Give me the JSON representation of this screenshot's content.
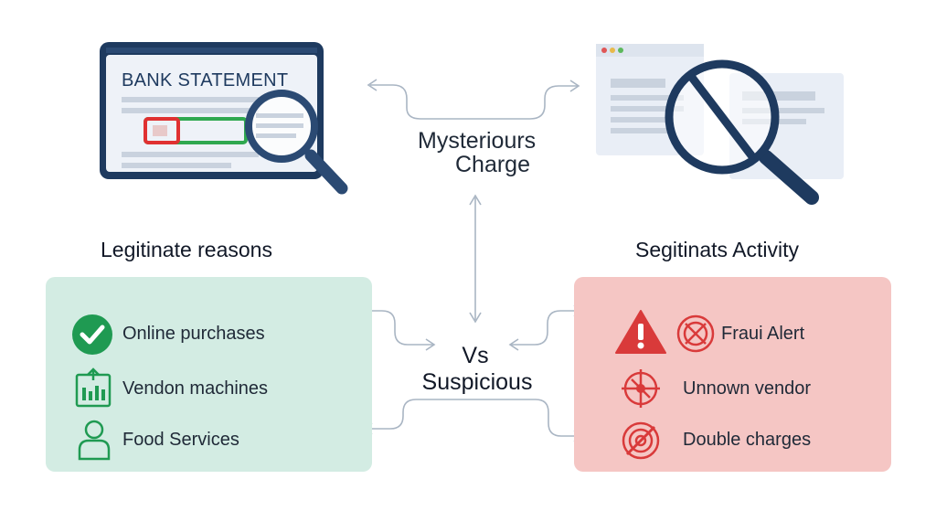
{
  "top_left": {
    "document_title": "BANK STATEMENT",
    "document_icon": "bank-statement-icon",
    "magnifier_icon": "magnifier-icon"
  },
  "top_right": {
    "documents_icon": "documents-icon",
    "magnifier_icon": "magnifier-slash-icon"
  },
  "center": {
    "top_line1": "Mysteriours",
    "top_line2": "Charge",
    "vs_line1": "Vs",
    "vs_line2": "Suspicious"
  },
  "left_panel": {
    "heading": "Legitinate reasons",
    "items": [
      {
        "label": "Online purchases",
        "icon": "check-circle-icon"
      },
      {
        "label": "Vendon machines",
        "icon": "vending-machine-icon"
      },
      {
        "label": "Food Services",
        "icon": "person-icon"
      }
    ]
  },
  "right_panel": {
    "heading": "Segitinats Activity",
    "items": [
      {
        "label": "Fraui Alert",
        "icon": "warning-target-icon"
      },
      {
        "label": "Unnown vendor",
        "icon": "crosshair-icon"
      },
      {
        "label": "Double charges",
        "icon": "target-slash-icon"
      }
    ]
  },
  "colors": {
    "green_panel": "#d3ece3",
    "red_panel": "#f5c6c4",
    "green_accent": "#1f9a52",
    "red_accent": "#d93a3a",
    "navy": "#1e3a5f",
    "connector": "#a7b4c2"
  }
}
